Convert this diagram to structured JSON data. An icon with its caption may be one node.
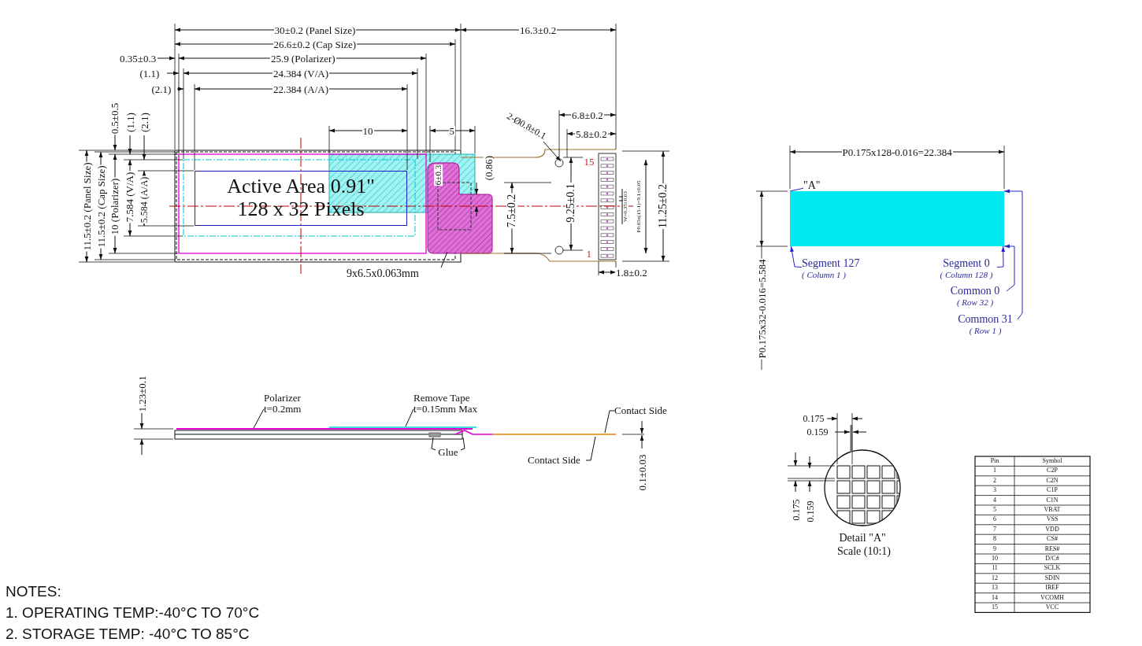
{
  "diagram": {
    "nodes": [
      {
        "text": [
          "Active Area 0.91\" 128 x 32 Pixels"
        ]
      },
      {
        "text": [
          "9x6.5x0.063mm"
        ]
      },
      {
        "text": [],
        "shape": "box"
      },
      {
        "text": [
          "\"A\""
        ]
      },
      {
        "text": [
          "Segment 127",
          "( Column 1 )"
        ]
      },
      {
        "text": [
          "Segment 0",
          "( Column 128 )"
        ]
      },
      {
        "text": [
          "Common 0",
          "( Row 32 )"
        ]
      },
      {
        "text": [
          "Common 31",
          "( Row 1 )"
        ]
      },
      {
        "text": [
          "Polarizer t=0.2mm"
        ]
      },
      {
        "text": [
          "Remove Tape t=0.15mm Max"
        ]
      },
      {
        "text": [
          "Glue"
        ]
      },
      {
        "text": [
          "Contact Side"
        ]
      },
      {
        "text": [
          "Contact Side"
        ]
      }
    ],
    "edges": [
      {
        "from": 1,
        "to": null,
        "arrow": "none"
      },
      {
        "from": 3,
        "to": 2,
        "arrow": "none",
        "color": "#2222cc"
      },
      {
        "from": 4,
        "to": 2,
        "arrow": "to",
        "color": "#2222cc"
      },
      {
        "from": 5,
        "to": 2,
        "arrow": "to",
        "color": "#2222cc"
      },
      {
        "from": 6,
        "to": 2,
        "arrow": "to",
        "color": "#2222cc"
      },
      {
        "from": 7,
        "to": 2,
        "arrow": "to",
        "color": "#2222cc"
      },
      {
        "from": 8,
        "to": null,
        "arrow": "none"
      },
      {
        "from": 9,
        "to": null,
        "arrow": "none"
      },
      {
        "from": 10,
        "to": null,
        "arrow": "none"
      },
      {
        "from": 10,
        "to": null,
        "arrow": "none"
      },
      {
        "from": 11,
        "to": null,
        "arrow": "none"
      },
      {
        "from": 12,
        "to": null,
        "arrow": "none"
      }
    ],
    "labels": [
      "30±0.2 (Panel Size)",
      "16.3±0.2",
      "26.6±0.2 (Cap Size)",
      "0.35±0.3",
      "25.9 (Polarizer)",
      "(1.1)",
      "24.384 (V/A)",
      "(2.1)",
      "22.384 (A/A)",
      "0.5±0.5",
      "(1.1)",
      "(2.1)",
      "10",
      "5",
      "2-Ø0.8±0.1",
      "6.8±0.2",
      "5.8±0.2",
      "11.5±0.2 (Panel Size)",
      "11.5±0.2 (Cap Size)",
      "10 (Polarizer)",
      "7.584 (V/A)",
      "5.584 (A/A)",
      "6±0.3",
      "(0.86)",
      "7.5±0.2",
      "9.25±0.1",
      "15",
      "W=0.35±0.03",
      "P0.65x(15-1)=9.1±0.05",
      "1",
      "11.25±0.2",
      "1.8±0.2",
      "P0.175x128-0.016=22.384",
      "P0.175x32-0.016=5.584",
      "1.23±0.1",
      "0.1±0.03",
      "0.175",
      "0.159",
      "0.175",
      "0.159",
      "Detail \"A\"",
      "Scale (10:1)",
      "Pin",
      "Symbol",
      "1",
      "C2P",
      "2",
      "C2N",
      "3",
      "C1P",
      "4",
      "C1N",
      "5",
      "VBAT",
      "6",
      "VSS",
      "7",
      "VDD",
      "8",
      "CS#",
      "9",
      "RES#",
      "10",
      "D/C#",
      "11",
      "SCLK",
      "12",
      "SDIN",
      "13",
      "IREF",
      "14",
      "VCOMH",
      "15",
      "VCC",
      "NOTES:",
      "1. OPERATING TEMP:-40°C TO 70°C",
      "2. STORAGE TEMP: -40°C TO 85°C"
    ]
  }
}
